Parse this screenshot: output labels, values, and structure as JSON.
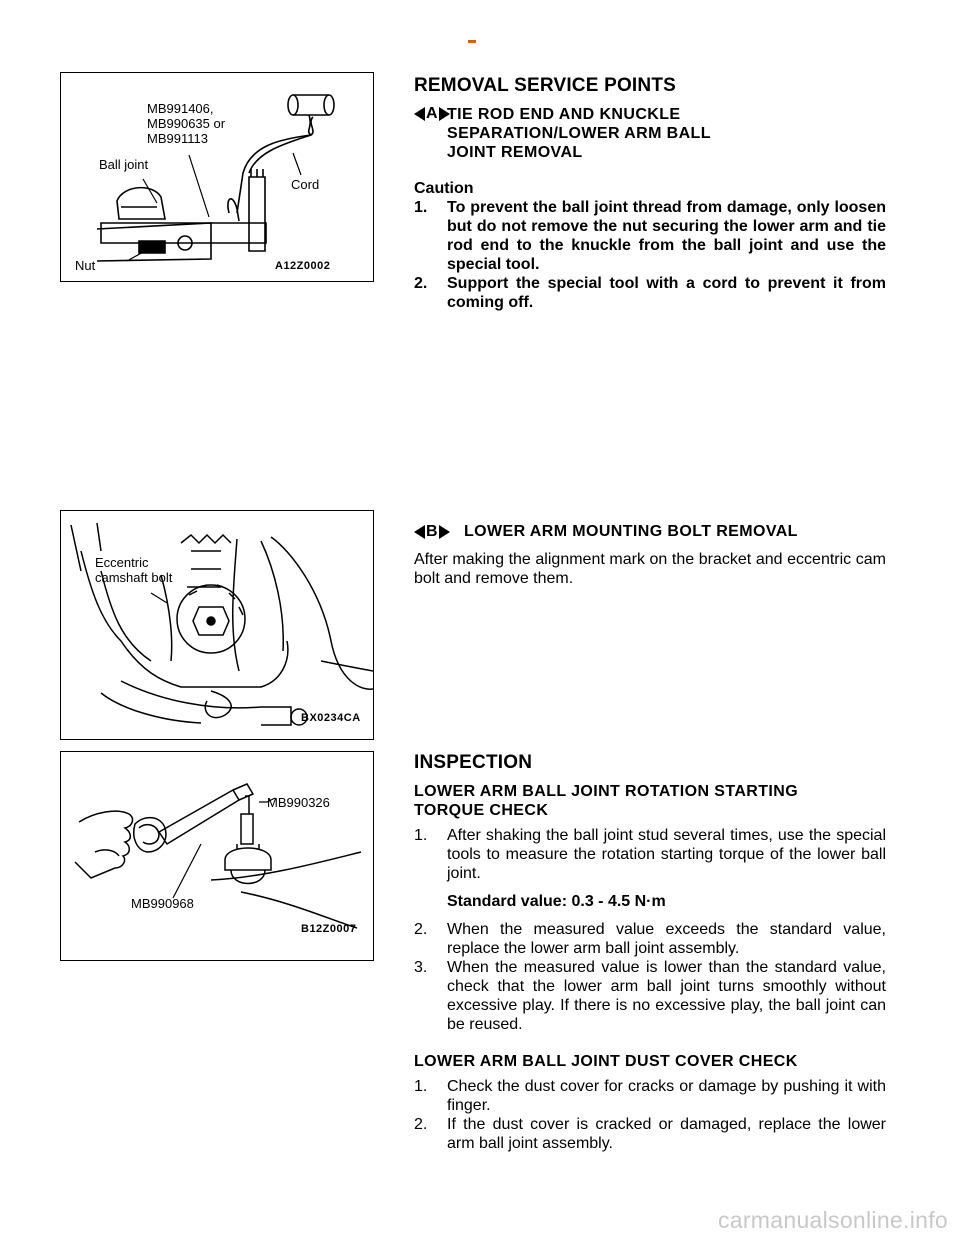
{
  "fig1": {
    "tool_label": "MB991406,\nMB990635 or\nMB991113",
    "ball_joint_label": "Ball joint",
    "cord_label": "Cord",
    "nut_label": "Nut",
    "code": "A12Z0002"
  },
  "fig2": {
    "label": "Eccentric\ncamshaft bolt",
    "code": "BX0234CA"
  },
  "fig3": {
    "label_top": "MB990326",
    "label_bottom": "MB990968",
    "code": "B12Z0007"
  },
  "removal": {
    "title": "REMOVAL SERVICE POINTS",
    "a_marker": "A",
    "a_heading": "TIE ROD END AND KNUCKLE SEPARATION/LOWER ARM BALL JOINT REMOVAL",
    "caution": "Caution",
    "caution_items": [
      {
        "n": "1.",
        "text": "To prevent the ball joint thread from damage, only loosen but do not remove the nut securing the lower arm and tie rod end to the knuckle from the ball joint and use the special tool."
      },
      {
        "n": "2.",
        "text": "Support the special tool with a cord to prevent it from coming off."
      }
    ],
    "b_marker": "B",
    "b_heading": "LOWER ARM MOUNTING BOLT REMOVAL",
    "b_text": "After making the alignment mark on the bracket and eccentric cam bolt and remove them."
  },
  "inspection": {
    "title": "INSPECTION",
    "torque_heading": "LOWER ARM BALL JOINT ROTATION STARTING TORQUE CHECK",
    "torque_items": [
      {
        "n": "1.",
        "text": "After shaking the ball joint stud several times, use the special tools to measure the rotation starting torque of the lower ball joint."
      },
      {
        "n": "2.",
        "text": "When the measured value exceeds the standard value, replace the lower arm ball joint assembly."
      },
      {
        "n": "3.",
        "text": "When the measured value is lower than the standard value, check that the lower arm ball joint turns smoothly without excessive play. If there is no excessive play, the ball joint can be reused."
      }
    ],
    "standard_value": "Standard value: 0.3 - 4.5 N·m",
    "dust_heading": "LOWER ARM BALL JOINT DUST COVER CHECK",
    "dust_items": [
      {
        "n": "1.",
        "text": "Check the dust cover for cracks or damage by pushing it with finger."
      },
      {
        "n": "2.",
        "text": "If the dust cover is cracked or damaged, replace the lower arm ball joint assembly."
      }
    ]
  },
  "footer": {
    "watermark": "carmanualsonline.info"
  },
  "colors": {
    "accent_dash": "#e05a00",
    "watermark": "#c8c8c8"
  }
}
